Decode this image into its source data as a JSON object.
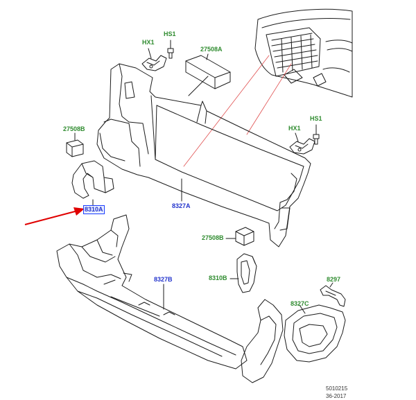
{
  "colors": {
    "green_label": "#2e8b2e",
    "blue_label": "#2233cc",
    "highlight": "#1a3cff",
    "arrow": "#e00000",
    "linework": "#1a1a1a",
    "inset_lines": "#e05050"
  },
  "labels": {
    "hx1_top": "HX1",
    "hs1_top": "HS1",
    "p27508a": "27508A",
    "p27508b_left": "27508B",
    "hx1_right": "HX1",
    "hs1_right": "HS1",
    "p8310a": "8310A",
    "p8327a": "8327A",
    "p27508b_mid": "27508B",
    "p8327b": "8327B",
    "p8310b": "8310B",
    "p8297": "8297",
    "p8327c": "8327C"
  },
  "reference": {
    "number": "5010215",
    "date": "36-2017"
  }
}
